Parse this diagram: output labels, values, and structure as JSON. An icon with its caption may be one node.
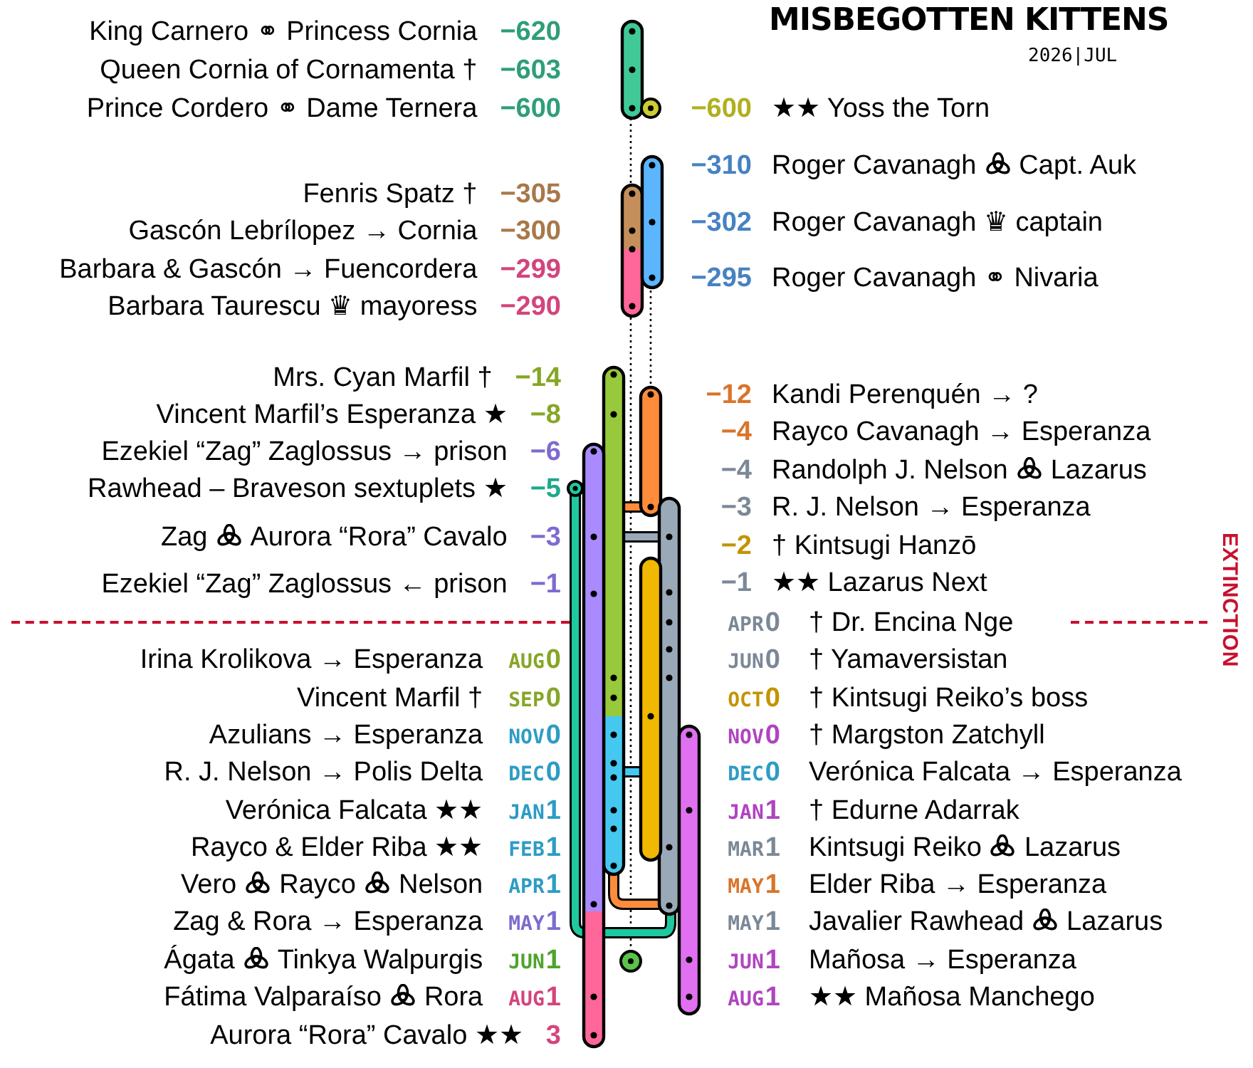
{
  "diagram": {
    "title": "MISBEGOTTEN KITTENS",
    "labels": [
      "2026|JUL",
      "King Carnero ⚭ Princess Cornia",
      "−620",
      "Queen Cornia of Cornamenta †",
      "−603",
      "Prince Cordero ⚭ Dame Ternera",
      "−600",
      "Fenris Spatz †",
      "−305",
      "Gascón Lebrílopez → Cornia",
      "−300",
      "Barbara & Gascón → Fuencordera",
      "−299",
      "Barbara Taurescu ♛ mayoress",
      "−290",
      "Mrs. Cyan Marfil †",
      "−14",
      "Vincent Marfil’s Esperanza ★",
      "−8",
      "Ezekiel “Zag” Zaglossus → prison",
      "−6",
      "Rawhead – Braveson sextuplets ★",
      "−5",
      "Zag",
      "Aurora “Rora” Cavalo",
      "−3",
      "Ezekiel “Zag” Zaglossus ← prison",
      "−1",
      "Irina Krolikova → Esperanza",
      "AUG",
      "0",
      "Vincent Marfil †",
      "SEP",
      "0",
      "Azulians → Esperanza",
      "NOV",
      "0",
      "R. J. Nelson → Polis Delta",
      "DEC",
      "0",
      "Verónica Falcata ★★",
      "JAN",
      "1",
      "Rayco & Elder Riba ★★",
      "FEB",
      "1",
      "Vero",
      "Rayco",
      "Nelson",
      "APR",
      "1",
      "Zag & Rora → Esperanza",
      "MAY",
      "1",
      "Ágata",
      "Tinkya Walpurgis",
      "JUN",
      "1",
      "Fátima Valparaíso",
      "Rora",
      "AUG",
      "1",
      "Aurora “Rora” Cavalo ★★",
      "3",
      "−600",
      "★★ Yoss the Torn",
      "−310",
      "Roger Cavanagh",
      "Capt. Auk",
      "−302",
      "Roger Cavanagh ♛ captain",
      "−295",
      "Roger Cavanagh ⚭ Nivaria",
      "−12",
      "Kandi Perenquén → ?",
      "−4",
      "Rayco Cavanagh → Esperanza",
      "−4",
      "Randolph J. Nelson",
      "Lazarus",
      "−3",
      "R. J. Nelson → Esperanza",
      "−2",
      "† Kintsugi Hanzō",
      "−1",
      "★★ Lazarus Next",
      "APR",
      "0",
      "† Dr. Encina Nge",
      "JUN",
      "0",
      "† Yamaversistan",
      "OCT",
      "0",
      "† Kintsugi Reiko’s boss",
      "NOV",
      "0",
      "† Margston Zatchyll",
      "DEC",
      "0",
      "Verónica Falcata → Esperanza",
      "JAN",
      "1",
      "† Edurne Adarrak",
      "MAR",
      "1",
      "Kintsugi Reiko",
      "Lazarus",
      "MAY",
      "1",
      "Elder Riba → Esperanza",
      "MAY",
      "1",
      "Javalier Rawhead",
      "Lazarus",
      "JUN",
      "1",
      "Mañosa → Esperanza",
      "AUG",
      "1",
      "★★ Mañosa Manchego",
      "EXTINCTION"
    ]
  }
}
